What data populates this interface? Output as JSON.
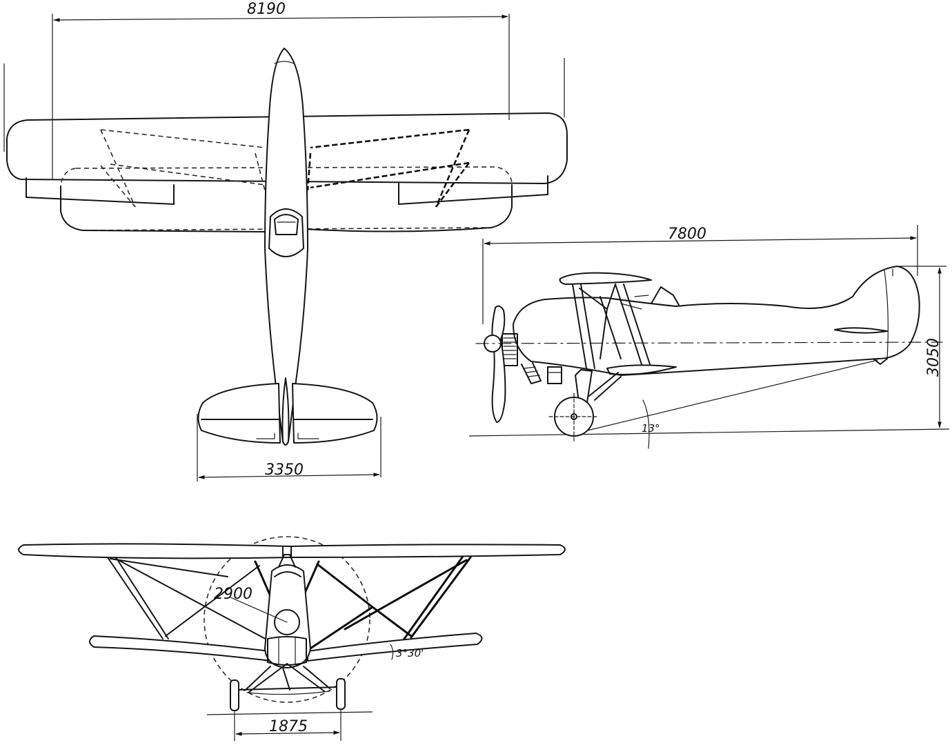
{
  "drawing": {
    "top_view": {
      "wingspan_label": "8190",
      "tailspan_label": "3350"
    },
    "side_view": {
      "length_label": "7800",
      "height_label": "3050",
      "angle_label": "13°"
    },
    "front_view": {
      "prop_diameter_label": "2900",
      "track_label": "1875",
      "dihedral_label": "3°30'"
    }
  }
}
